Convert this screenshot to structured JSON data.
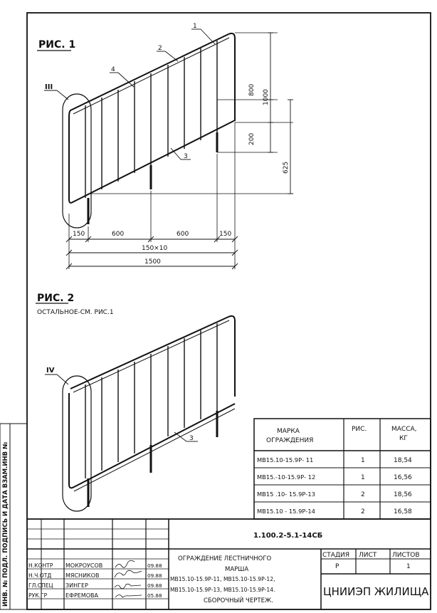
{
  "fig1": {
    "title": "РИС. 1",
    "callouts": {
      "c1": "1",
      "c2": "2",
      "c3": "3",
      "c4": "4",
      "detail": "III"
    },
    "dims_vertical": {
      "d800": "800",
      "d1000": "1000",
      "d200": "200",
      "d625": "625"
    },
    "dims_horizontal": {
      "d150a": "150",
      "d600a": "600",
      "d600b": "600",
      "d150b": "150",
      "d150x10": "150×10",
      "d1500": "1500"
    }
  },
  "fig2": {
    "title": "РИС. 2",
    "note": "ОСТАЛЬНОЕ-СМ. РИС.1",
    "callouts": {
      "c3": "3",
      "detail": "IV"
    }
  },
  "table": {
    "headers": {
      "mark": "МАРКА ОГРАЖДЕНИЯ",
      "fig": "РИС.",
      "mass": "МАССА, КГ"
    },
    "rows": [
      {
        "mark": "МВ15.10-15.9Р- 11",
        "fig": "1",
        "mass": "18,54"
      },
      {
        "mark": "МВ15.-10-15.9Р- 12",
        "fig": "1",
        "mass": "16,56"
      },
      {
        "mark": "МВ15 .10- 15.9Р-13",
        "fig": "2",
        "mass": "18,56"
      },
      {
        "mark": "МВ15.10 - 15.9Р-14",
        "fig": "2",
        "mass": "16,58"
      }
    ]
  },
  "side_stamp": "ИНВ. № ПОДЛ. ПОДПИСЬ И ДАТА ВЗАМ.ИНВ №",
  "title_block": {
    "doc_number": "1.100.2-5.1-14СБ",
    "title_line1": "ОГРАЖДЕНИЕ ЛЕСТНИЧНОГО",
    "title_line2": "МАРША",
    "marks_line1": "МВ15.10-15.9Р-11, МВ15.10-15.9Р-12,",
    "marks_line2": "МВ15.10-15.9Р-13, МВ15.10-15.9Р-14.",
    "drawing_type": "СБОРОЧНЫЙ ЧЕРТЕЖ.",
    "stage_label": "СТАДИЯ",
    "sheet_label": "ЛИСТ",
    "sheets_label": "ЛИСТОВ",
    "stage_value": "Р",
    "sheet_value": "",
    "sheets_value": "1",
    "organization": "ЦНИИЭП ЖИЛИЩА",
    "signatures": [
      {
        "role": "Н.КОНТР",
        "name": "МОКРОУСОВ",
        "date": "09.88"
      },
      {
        "role": "Н.Ч.ОТД",
        "name": "МЯСНИКОВ",
        "date": "09.88"
      },
      {
        "role": "ГЛ.СПЕЦ",
        "name": "ЗИНГЕР",
        "date": "09.88"
      },
      {
        "role": "РУК.ГР",
        "name": "ЕФРЕМОВА",
        "date": "05.88"
      }
    ]
  }
}
